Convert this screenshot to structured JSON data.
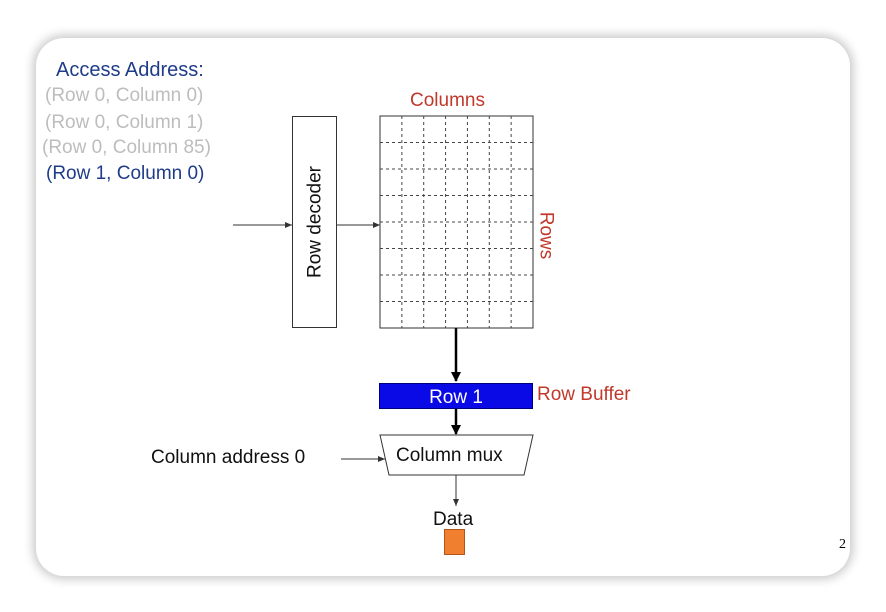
{
  "slide": {
    "title": "Access Address:",
    "addresses": [
      "(Row 0, Column 0)",
      "(Row 0, Column 1)",
      "(Row 0, Column 85)",
      "(Row 1, Column 0)"
    ],
    "columns_label": "Columns",
    "rows_label": "Rows",
    "row_decoder_label": "Row decoder",
    "row_buffer_text": "Row 1",
    "row_buffer_label": "Row Buffer",
    "column_mux_label": "Column mux",
    "column_address_label": "Column address 0",
    "data_label": "Data",
    "page_number": "2"
  },
  "colors": {
    "title": "#1f3c88",
    "addr_inactive": "#bdbdbd",
    "addr_active": "#1f3c88",
    "label_red": "#c0392b",
    "row_buffer_fill": "#0a0ae6",
    "row_buffer_text": "#ffffff",
    "data_fill": "#f07f30",
    "text_dark": "#111111"
  },
  "addresses_state": [
    "inactive",
    "inactive",
    "inactive",
    "active"
  ]
}
